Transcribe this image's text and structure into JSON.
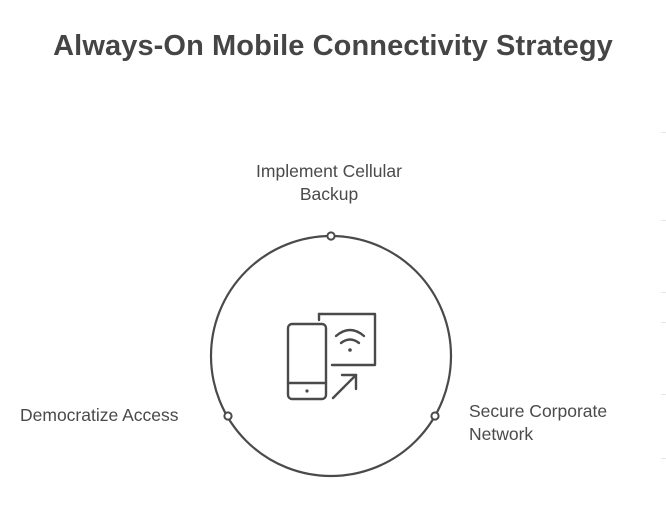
{
  "title": "Always-On Mobile Connectivity Strategy",
  "nodes": {
    "top": {
      "line1": "Implement Cellular",
      "line2": "Backup"
    },
    "left": {
      "line1": "Democratize Access"
    },
    "right": {
      "line1": "Secure Corporate",
      "line2": "Network"
    }
  },
  "colors": {
    "stroke": "#4a4a4a",
    "text": "#454545",
    "background": "#ffffff"
  },
  "icons": {
    "center": "mobile-wifi-icon"
  }
}
